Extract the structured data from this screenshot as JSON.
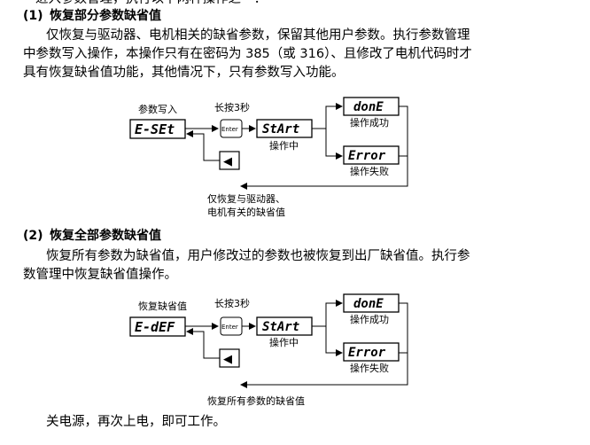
{
  "top_cut_text": "进入参数管理，执行以下两种操作之一：",
  "section1": {
    "number": "(1)",
    "heading": "恢复部分参数缺省值",
    "para_line1": "仅恢复与驱动器、电机相关的缺省参数，保留其他用户参数。执行参数管理",
    "para_line2": "中参数写入操作，本操作只有在密码为 385（或 316）、且修改了电机代码时才",
    "para_line3": "具有恢复缺省值功能，其他情况下，只有参数写入功能。",
    "diagram": {
      "entry_label": "参数写入",
      "entry_display": "E-SEt",
      "press_label": "长按3秒",
      "enter_key": "Enter",
      "running_display": "StArt",
      "running_label": "操作中",
      "success_display": "donE",
      "success_label": "操作成功",
      "error_display": "Error",
      "error_label": "操作失败",
      "back_key": "◀",
      "note_line1": "仅恢复与驱动器、",
      "note_line2": "电机有关的缺省值"
    }
  },
  "section2": {
    "number": "(2)",
    "heading": "恢复全部参数缺省值",
    "para_line1": "恢复所有参数为缺省值，用户修改过的参数也被恢复到出厂缺省值。执行参",
    "para_line2": "数管理中恢复缺省值操作。",
    "diagram": {
      "entry_label": "恢复缺省值",
      "entry_display": "E-dEF",
      "press_label": "长按3秒",
      "enter_key": "Enter",
      "running_display": "StArt",
      "running_label": "操作中",
      "success_display": "donE",
      "success_label": "操作成功",
      "error_display": "Error",
      "error_label": "操作失败",
      "back_key": "◀",
      "note_line1": "恢复所有参数的缺省值"
    }
  },
  "closing_text": "关电源，再次上电，即可工作。"
}
